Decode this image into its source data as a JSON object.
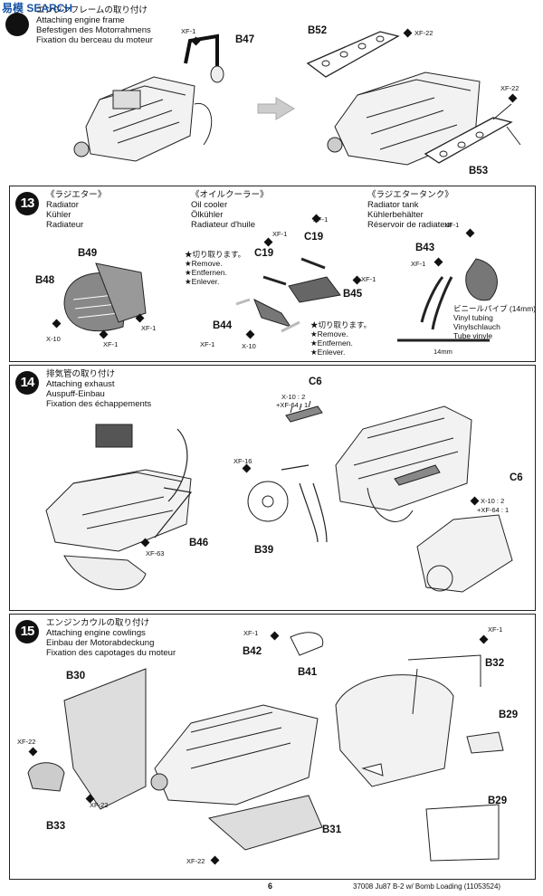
{
  "watermark": "易模 SEARCH",
  "step12": {
    "title": [
      "エンジンフレームの取り付け",
      "Attaching engine frame",
      "Befestigen des Motorrahmens",
      "Fixation du berceau du moteur"
    ],
    "labels": {
      "xf1": "XF-1",
      "b47": "B47",
      "b52": "B52",
      "xf22a": "XF-22",
      "xf22b": "XF-22",
      "b53": "B53"
    }
  },
  "step13": {
    "number": "13",
    "radiator": [
      "《ラジエター》",
      "Radiator",
      "Kühler",
      "Radiateur"
    ],
    "oilcooler": [
      "《オイルクーラー》",
      "Oil cooler",
      "Ölkühler",
      "Radiateur d'huile"
    ],
    "tank": [
      "《ラジエタータンク》",
      "Radiator tank",
      "Kühlerbehälter",
      "Réservoir de radiateur"
    ],
    "remove1": [
      "★切り取ります。",
      "★Remove.",
      "★Entfernen.",
      "★Enlever."
    ],
    "remove2": [
      "★切り取ります。",
      "★Remove.",
      "★Entfernen.",
      "★Enlever."
    ],
    "tubing": [
      "ビニールパイプ (14mm)",
      "Vinyl tubing",
      "Vinylschlauch",
      "Tube vinyle"
    ],
    "length": "14mm",
    "labels": {
      "b49": "B49",
      "b48": "B48",
      "x10a": "X-10",
      "xf1a": "XF-1",
      "xf1b": "XF-1",
      "xf1c": "XF-1",
      "c19a": "C19",
      "c19b": "C19",
      "xf1d": "XF-1",
      "b45": "B45",
      "b44": "B44",
      "xf1e": "XF-1",
      "x10b": "X-10",
      "xf1f": "XF-1",
      "b43": "B43",
      "xf1g": "XF-1"
    }
  },
  "step14": {
    "number": "14",
    "title": [
      "排気管の取り付け",
      "Attaching exhaust",
      "Auspuff-Einbau",
      "Fixation des échappements"
    ],
    "labels": {
      "c6a": "C6",
      "mixa1": "X-10 : 2",
      "mixa2": "+XF-64 : 1",
      "xf16": "XF-16",
      "xf63": "XF-63",
      "b46": "B46",
      "b39": "B39",
      "c6b": "C6",
      "mixb1": "X-10 : 2",
      "mixb2": "+XF-64 : 1"
    }
  },
  "step15": {
    "number": "15",
    "title": [
      "エンジンカウルの取り付け",
      "Attaching engine cowlings",
      "Einbau der Motorabdeckung",
      "Fixation des capotages du moteur"
    ],
    "labels": {
      "xf1a": "XF-1",
      "b42": "B42",
      "b41": "B41",
      "b30": "B30",
      "xf22a": "XF-22",
      "xf22b": "XF-22",
      "b33": "B33",
      "b31": "B31",
      "xf22c": "XF-22",
      "xf1b": "XF-1",
      "b32": "B32",
      "b29a": "B29",
      "b29b": "B29"
    }
  },
  "footer": {
    "page": "6",
    "code": "37008  Ju87 B-2 w/ Bomb Loading (11053524)"
  }
}
